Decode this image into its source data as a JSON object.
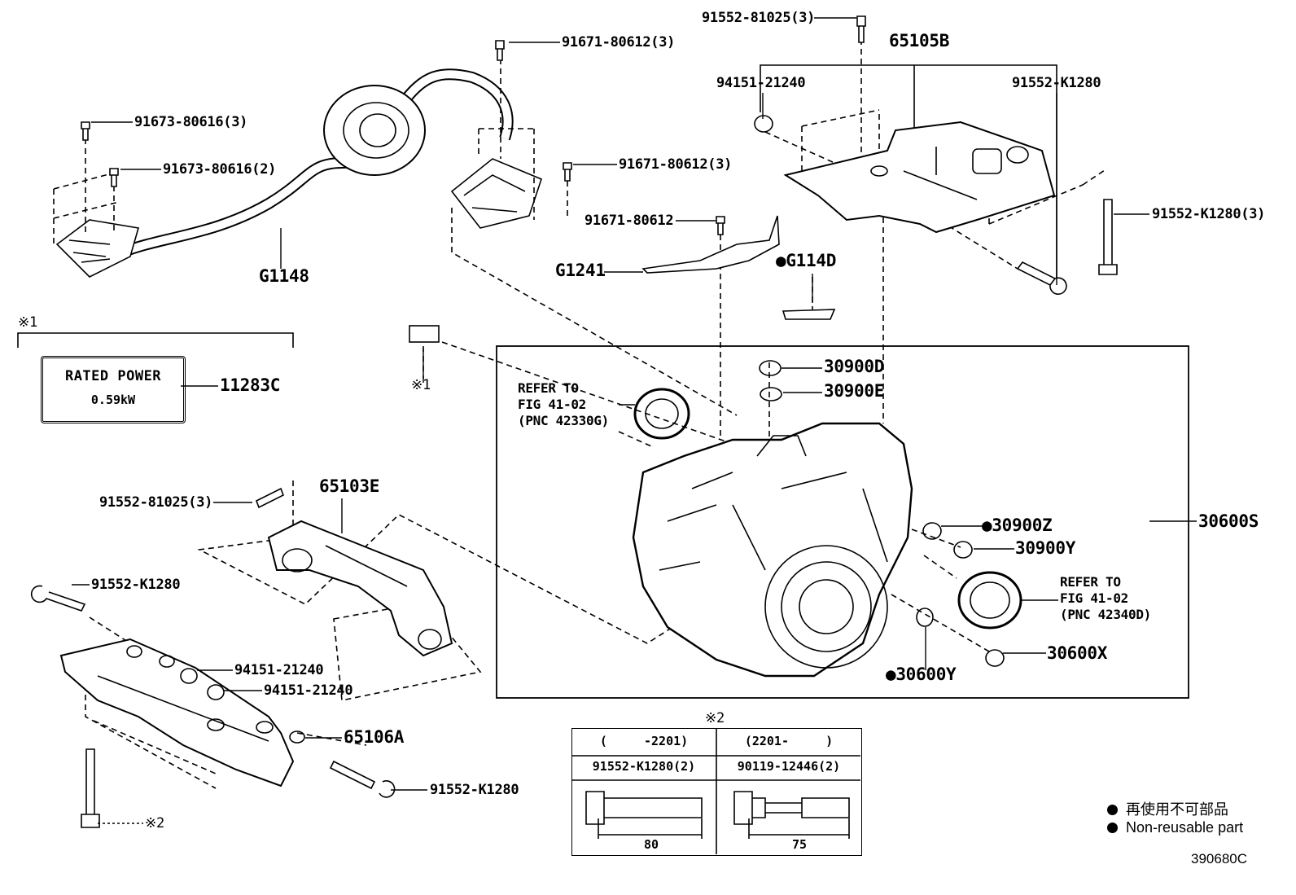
{
  "diagram_code": "390680C",
  "note_marks": {
    "mark1": "※1",
    "mark2": "※2"
  },
  "labels": {
    "bolt_91552_81025_top": "91552-81025(3)",
    "assy_65105B": "65105B",
    "bolt_91671_80612_top": "91671-80612(3)",
    "bolt_91673_80616_3": "91673-80616(3)",
    "bolt_91673_80616_2": "91673-80616(2)",
    "bolt_91671_80612_mid": "91671-80612(3)",
    "bolt_91671_80612_single": "91671-80612",
    "nut_94151_21240_top": "94151-21240",
    "bolt_91552_K1280_top": "91552-K1280",
    "bolt_91552_K1280_3": "91552-K1280(3)",
    "harness_G1148": "G1148",
    "bracket_G1241": "G1241",
    "sensor_G114D": "G114D",
    "plug_30900D": "30900D",
    "gasket_30900E": "30900E",
    "trans_30600S": "30600S",
    "gasket_30900Z": "30900Z",
    "plug_30900Y": "30900Y",
    "plug_30600X": "30600X",
    "gasket_30600Y": "30600Y",
    "label_11283C": "11283C",
    "mount_65103E": "65103E",
    "bolt_91552_81025_left": "91552-81025(3)",
    "bolt_91552_K1280_left": "91552-K1280",
    "nut_94151_21240_a": "94151-21240",
    "nut_94151_21240_b": "94151-21240",
    "bracket_65106A": "65106A",
    "bolt_91552_K1280_bottom": "91552-K1280"
  },
  "refer_top": "REFER TO\nFIG 41-02\n(PNC 42330G)",
  "refer_right": "REFER TO\nFIG 41-02\n(PNC 42340D)",
  "rated_power": {
    "title": "RATED POWER",
    "value": "0.59kW"
  },
  "bolt_table": {
    "left": {
      "range": "(     -2201)",
      "part": "91552-K1280(2)",
      "length": "80"
    },
    "right": {
      "range": "(2201-     )",
      "part": "90119-12446(2)",
      "length": "75"
    }
  },
  "legend": {
    "jp": "再使用不可部品",
    "en": "Non-reusable part"
  }
}
